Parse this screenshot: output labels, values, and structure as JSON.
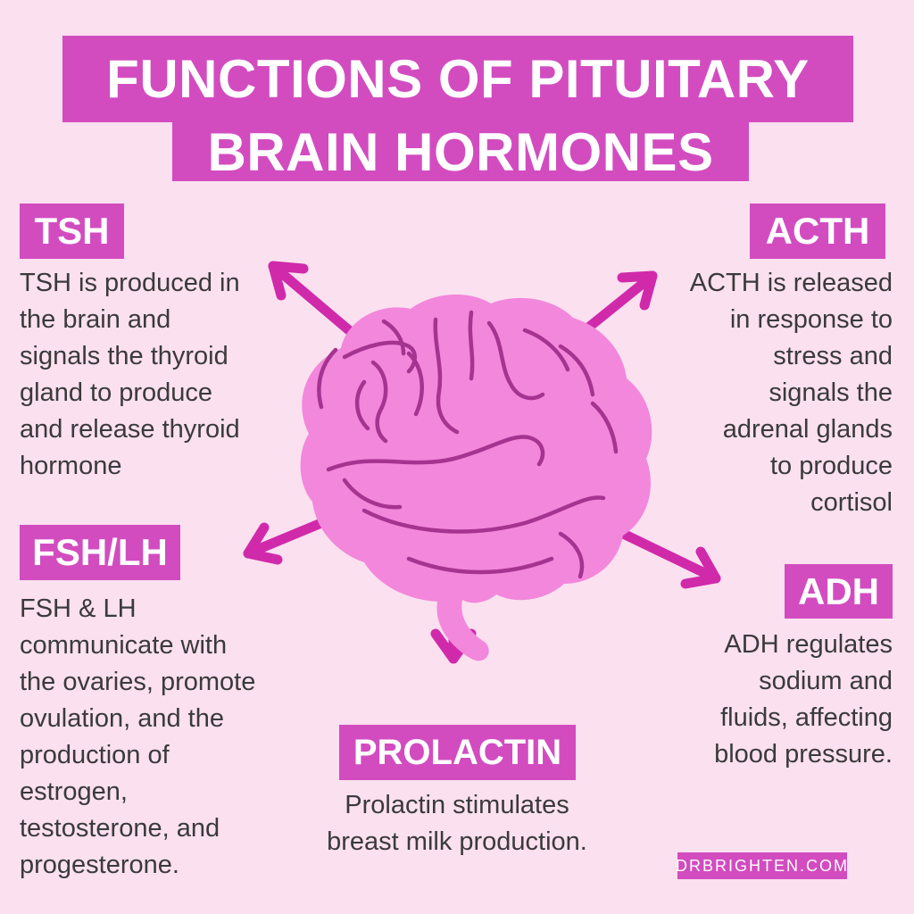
{
  "theme": {
    "background": "#fbe0ef",
    "accent": "#d24cc0",
    "arrow": "#d02aab",
    "brain_fill": "#f287dc",
    "brain_line": "#a53490",
    "text": "#3a3a3c",
    "label_text": "#ffffff"
  },
  "title": {
    "line1": "FUNCTIONS OF PITUITARY",
    "line2": "BRAIN HORMONES"
  },
  "diagram": {
    "center": "brain illustration",
    "arrow_targets": [
      "TSH",
      "ACTH",
      "FSH/LH",
      "ADH",
      "PROLACTIN"
    ]
  },
  "sections": {
    "tsh": {
      "label": "TSH",
      "description": "TSH is produced in\nthe brain and\nsignals the thyroid\ngland to produce\nand release thyroid\nhormone"
    },
    "acth": {
      "label": "ACTH",
      "description": "ACTH is released\nin response to\nstress and\nsignals the\nadrenal glands\nto produce\ncortisol"
    },
    "fshlh": {
      "label": "FSH/LH",
      "description": "FSH & LH\ncommunicate with\nthe ovaries, promote\novulation, and the\nproduction of\nestrogen,\ntestosterone, and\nprogesterone."
    },
    "adh": {
      "label": "ADH",
      "description": "ADH regulates\nsodium and\nfluids, affecting\nblood pressure."
    },
    "prolactin": {
      "label": "PROLACTIN",
      "description": "Prolactin stimulates\nbreast milk production."
    }
  },
  "footer": {
    "website": "DRBRIGHTEN.COM"
  }
}
